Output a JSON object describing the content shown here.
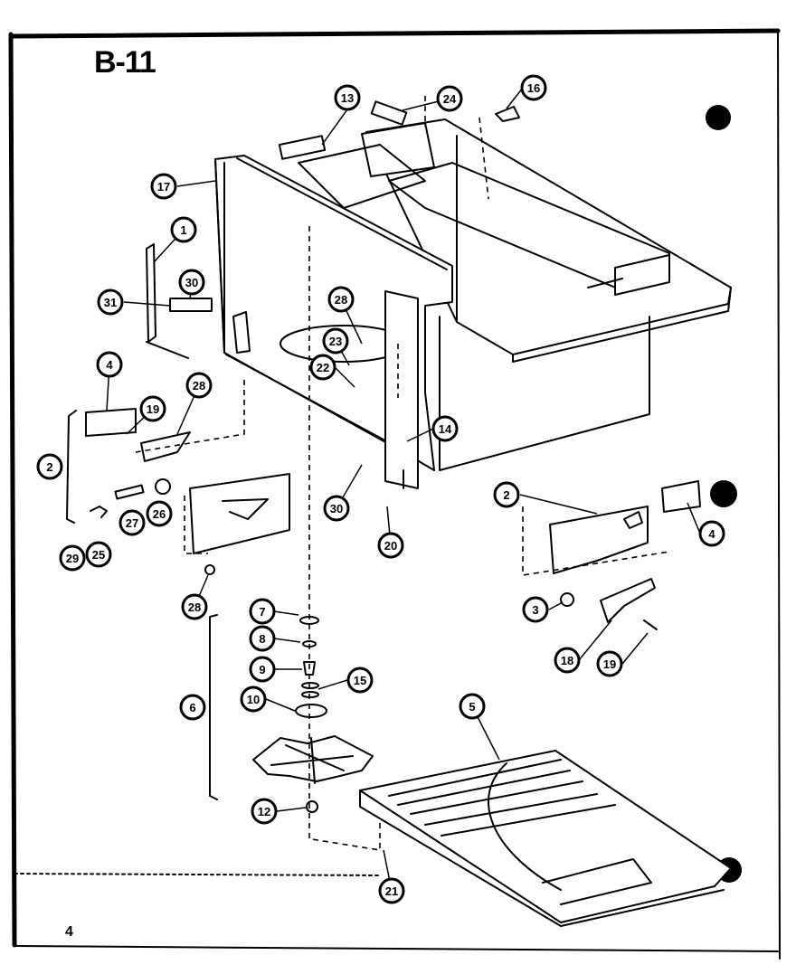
{
  "diagram": {
    "code": "B-11",
    "page_number": "4",
    "callouts": [
      {
        "id": "c-13",
        "label": "13"
      },
      {
        "id": "c-24",
        "label": "24"
      },
      {
        "id": "c-16",
        "label": "16"
      },
      {
        "id": "c-17",
        "label": "17"
      },
      {
        "id": "c-1",
        "label": "1"
      },
      {
        "id": "c-31",
        "label": "31"
      },
      {
        "id": "c-30a",
        "label": "30"
      },
      {
        "id": "c-28a",
        "label": "28"
      },
      {
        "id": "c-23",
        "label": "23"
      },
      {
        "id": "c-22",
        "label": "22"
      },
      {
        "id": "c-4a",
        "label": "4"
      },
      {
        "id": "c-19a",
        "label": "19"
      },
      {
        "id": "c-28b",
        "label": "28"
      },
      {
        "id": "c-2a",
        "label": "2"
      },
      {
        "id": "c-27",
        "label": "27"
      },
      {
        "id": "c-26",
        "label": "26"
      },
      {
        "id": "c-29",
        "label": "29"
      },
      {
        "id": "c-25",
        "label": "25"
      },
      {
        "id": "c-14",
        "label": "14"
      },
      {
        "id": "c-30b",
        "label": "30"
      },
      {
        "id": "c-20",
        "label": "20"
      },
      {
        "id": "c-28c",
        "label": "28"
      },
      {
        "id": "c-7",
        "label": "7"
      },
      {
        "id": "c-8",
        "label": "8"
      },
      {
        "id": "c-9",
        "label": "9"
      },
      {
        "id": "c-15",
        "label": "15"
      },
      {
        "id": "c-10",
        "label": "10"
      },
      {
        "id": "c-6",
        "label": "6"
      },
      {
        "id": "c-12",
        "label": "12"
      },
      {
        "id": "c-5",
        "label": "5"
      },
      {
        "id": "c-21",
        "label": "21"
      },
      {
        "id": "c-2b",
        "label": "2"
      },
      {
        "id": "c-4b",
        "label": "4"
      },
      {
        "id": "c-3",
        "label": "3"
      },
      {
        "id": "c-18",
        "label": "18"
      },
      {
        "id": "c-19b",
        "label": "19"
      }
    ]
  }
}
